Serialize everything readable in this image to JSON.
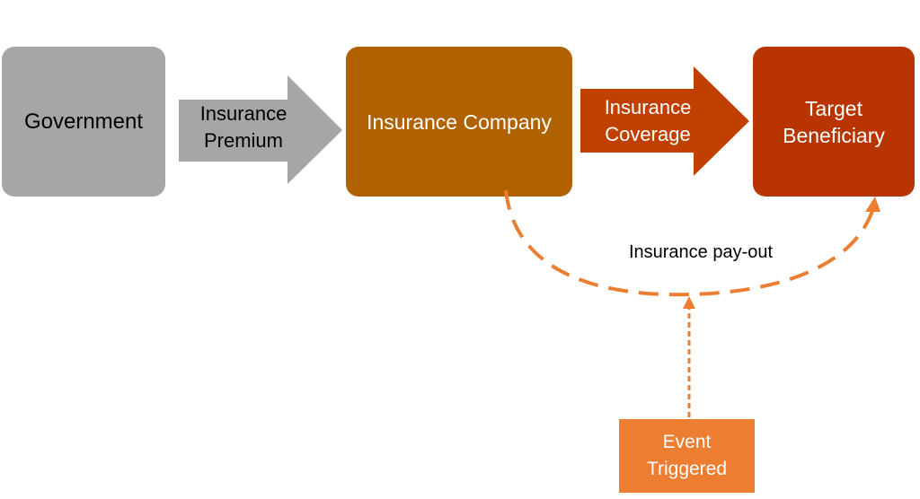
{
  "nodes": {
    "government": "Government",
    "insurance_company": "Insurance Company",
    "target_beneficiary": "Target\nBeneficiary",
    "event_triggered": "Event\nTriggered"
  },
  "arrows": {
    "insurance_premium": "Insurance\nPremium",
    "insurance_coverage": "Insurance\nCoverage"
  },
  "edges": {
    "insurance_payout": "Insurance pay-out"
  },
  "colors": {
    "government": "#a6a6a6",
    "premium_arrow": "#a6a6a6",
    "insurance_company": "#b06200",
    "coverage_arrow": "#c04000",
    "target_beneficiary": "#b83400",
    "event_triggered": "#ed7d31",
    "dashed_connector": "#ed7d31"
  }
}
